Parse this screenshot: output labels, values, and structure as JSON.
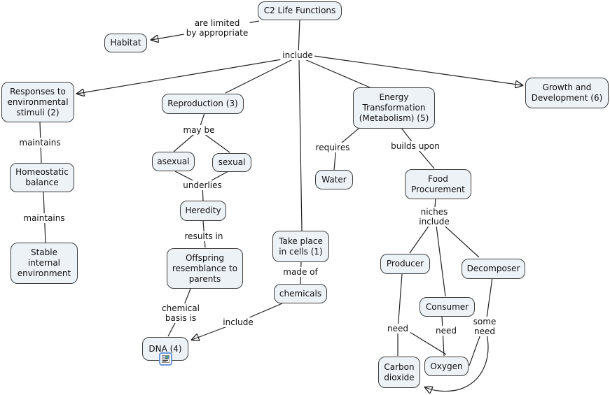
{
  "diagram": {
    "type": "concept-map",
    "root": "C2 Life Functions"
  },
  "colors": {
    "background": "#ffffff",
    "node_fill": "#edf2f6",
    "node_border": "#3e3e3e",
    "line": "#222222",
    "text": "#101010",
    "resource_icon_border": "#6c96d8"
  },
  "nodes": {
    "c2": {
      "label": "C2 Life Functions"
    },
    "habitat": {
      "label": "Habitat"
    },
    "responses": {
      "label": "Responses to\nenvironmental\nstimuli (2)"
    },
    "reproduction": {
      "label": "Reproduction (3)"
    },
    "energy": {
      "label": "Energy\nTransformation\n(Metabolism) (5)"
    },
    "growth": {
      "label": "Growth and\nDevelopment (6)"
    },
    "homeostatic": {
      "label": "Homeostatic\nbalance"
    },
    "asexual": {
      "label": "asexual"
    },
    "sexual": {
      "label": "sexual"
    },
    "water": {
      "label": "Water"
    },
    "food": {
      "label": "Food\nProcurement"
    },
    "heredity": {
      "label": "Heredity"
    },
    "take_place": {
      "label": "Take place\nin cells (1)"
    },
    "stable": {
      "label": "Stable\ninternal\nenvironment"
    },
    "offspring": {
      "label": "Offspring\nresemblance to\nparents"
    },
    "producer": {
      "label": "Producer"
    },
    "decomposer": {
      "label": "Decomposer"
    },
    "chemicals": {
      "label": "chemicals"
    },
    "consumer": {
      "label": "Consumer"
    },
    "dna": {
      "label": "DNA (4)"
    },
    "carbon_dioxide": {
      "label": "Carbon\ndioxide"
    },
    "oxygen": {
      "label": "Oxygen"
    }
  },
  "links": {
    "are_limited": {
      "label": "are limited\nby appropriate"
    },
    "include_top": {
      "label": "include"
    },
    "maintains_1": {
      "label": "maintains"
    },
    "may_be": {
      "label": "may be"
    },
    "requires": {
      "label": "requires"
    },
    "builds_upon": {
      "label": "builds upon"
    },
    "underlies": {
      "label": "underlies"
    },
    "maintains_2": {
      "label": "maintains"
    },
    "niches_include": {
      "label": "niches\ninclude"
    },
    "results_in": {
      "label": "results in"
    },
    "made_of": {
      "label": "made of"
    },
    "chemical_basis_is": {
      "label": "chemical\nbasis is"
    },
    "include_bottom": {
      "label": "include"
    },
    "need_producer": {
      "label": "need"
    },
    "need_consumer": {
      "label": "need"
    },
    "some_need": {
      "label": "some\nneed"
    }
  },
  "icons": {
    "dna_resource": "document-resource-icon"
  }
}
